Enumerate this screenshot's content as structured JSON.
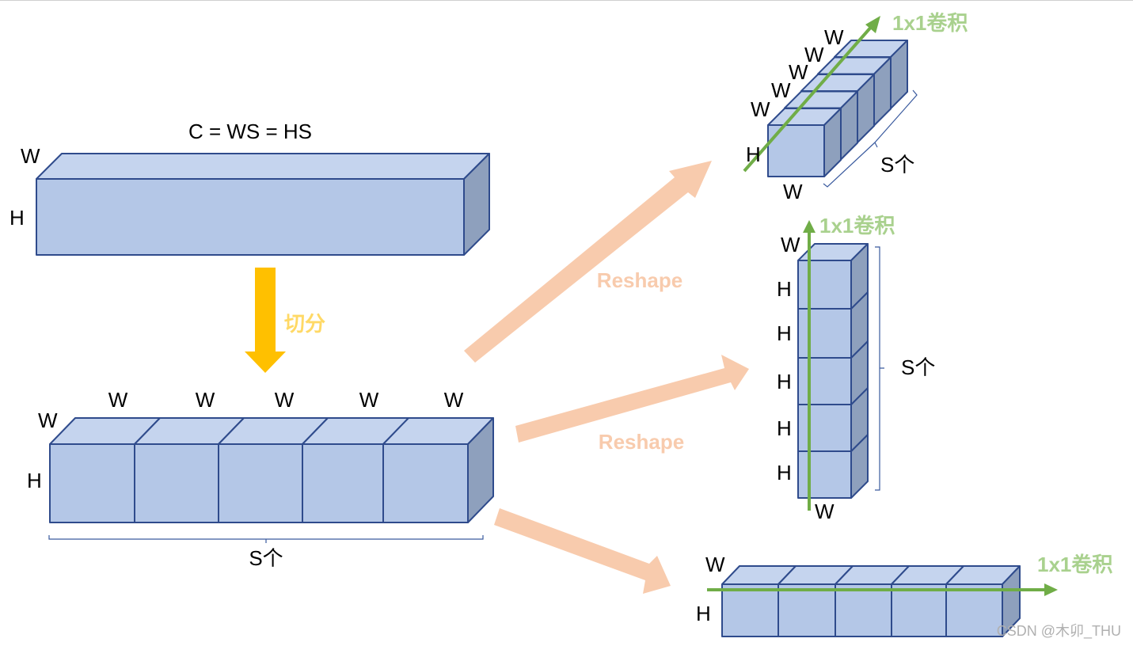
{
  "colors": {
    "front": "#b4c7e7",
    "top": "#c5d4ee",
    "side": "#8ea0bd",
    "edge": "#2f4b8c",
    "split_arrow": "#ffc000",
    "split_label": "#ffd966",
    "reshape_arrow": "#f8cbad",
    "conv_line": "#70ad47",
    "conv_label": "#a9d18e"
  },
  "main_block": {
    "title": "C = WS = HS",
    "label_w": "W",
    "label_h": "H"
  },
  "split": {
    "label": "切分"
  },
  "split_block": {
    "top_labels": [
      "W",
      "W",
      "W",
      "W",
      "W"
    ],
    "label_w": "W",
    "label_h": "H",
    "count_label": "S个"
  },
  "reshape_labels": [
    "Reshape",
    "Reshape"
  ],
  "depth_stack": {
    "depth_labels": [
      "W",
      "W",
      "W",
      "W",
      "W"
    ],
    "label_h": "H",
    "label_w_bottom": "W",
    "count_label": "S个",
    "conv_label": "1x1卷积"
  },
  "vertical_stack": {
    "label_w_top": "W",
    "h_labels": [
      "H",
      "H",
      "H",
      "H",
      "H"
    ],
    "label_w_bottom": "W",
    "count_label": "S个",
    "conv_label": "1x1卷积"
  },
  "horizontal_stack": {
    "label_w": "W",
    "label_h": "H",
    "conv_label": "1x1卷积"
  },
  "watermark": "CSDN @木卯_THU"
}
